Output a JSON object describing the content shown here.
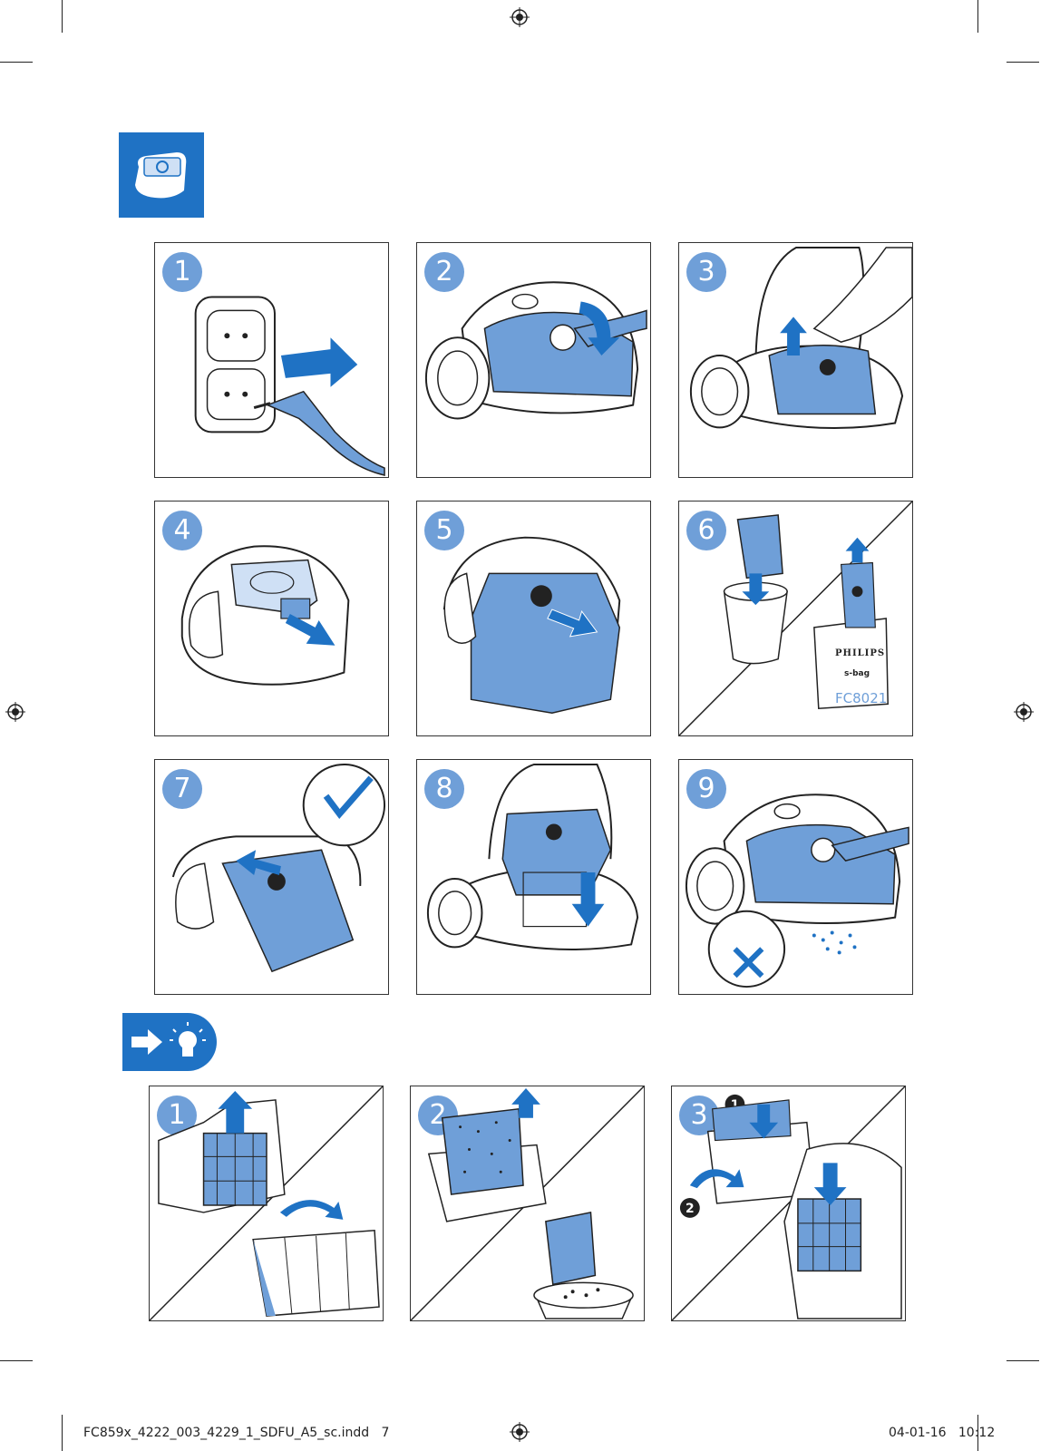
{
  "colors": {
    "accent": "#1f72c4",
    "light_blue": "#6f9fd8",
    "part_blue": "#5b86cc"
  },
  "header_icon": {
    "name": "vacuum-bag-icon"
  },
  "tip_icon": {
    "name": "tip-lightbulb-icon"
  },
  "steps": [
    {
      "num": "1"
    },
    {
      "num": "2"
    },
    {
      "num": "3"
    },
    {
      "num": "4"
    },
    {
      "num": "5"
    },
    {
      "num": "6"
    },
    {
      "num": "7"
    },
    {
      "num": "8"
    },
    {
      "num": "9"
    }
  ],
  "step6_box": {
    "brand": "PHILIPS",
    "bag_label": "s-bag",
    "model": "FC8021"
  },
  "tips": [
    {
      "num": "1"
    },
    {
      "num": "2"
    },
    {
      "num": "3"
    }
  ],
  "tip3_substeps": {
    "first": "1",
    "second": "2"
  },
  "footer": {
    "file": "FC859x_4222_003_4229_1_SDFU_A5_sc.indd   7",
    "date_time": "04-01-16   10:12"
  }
}
